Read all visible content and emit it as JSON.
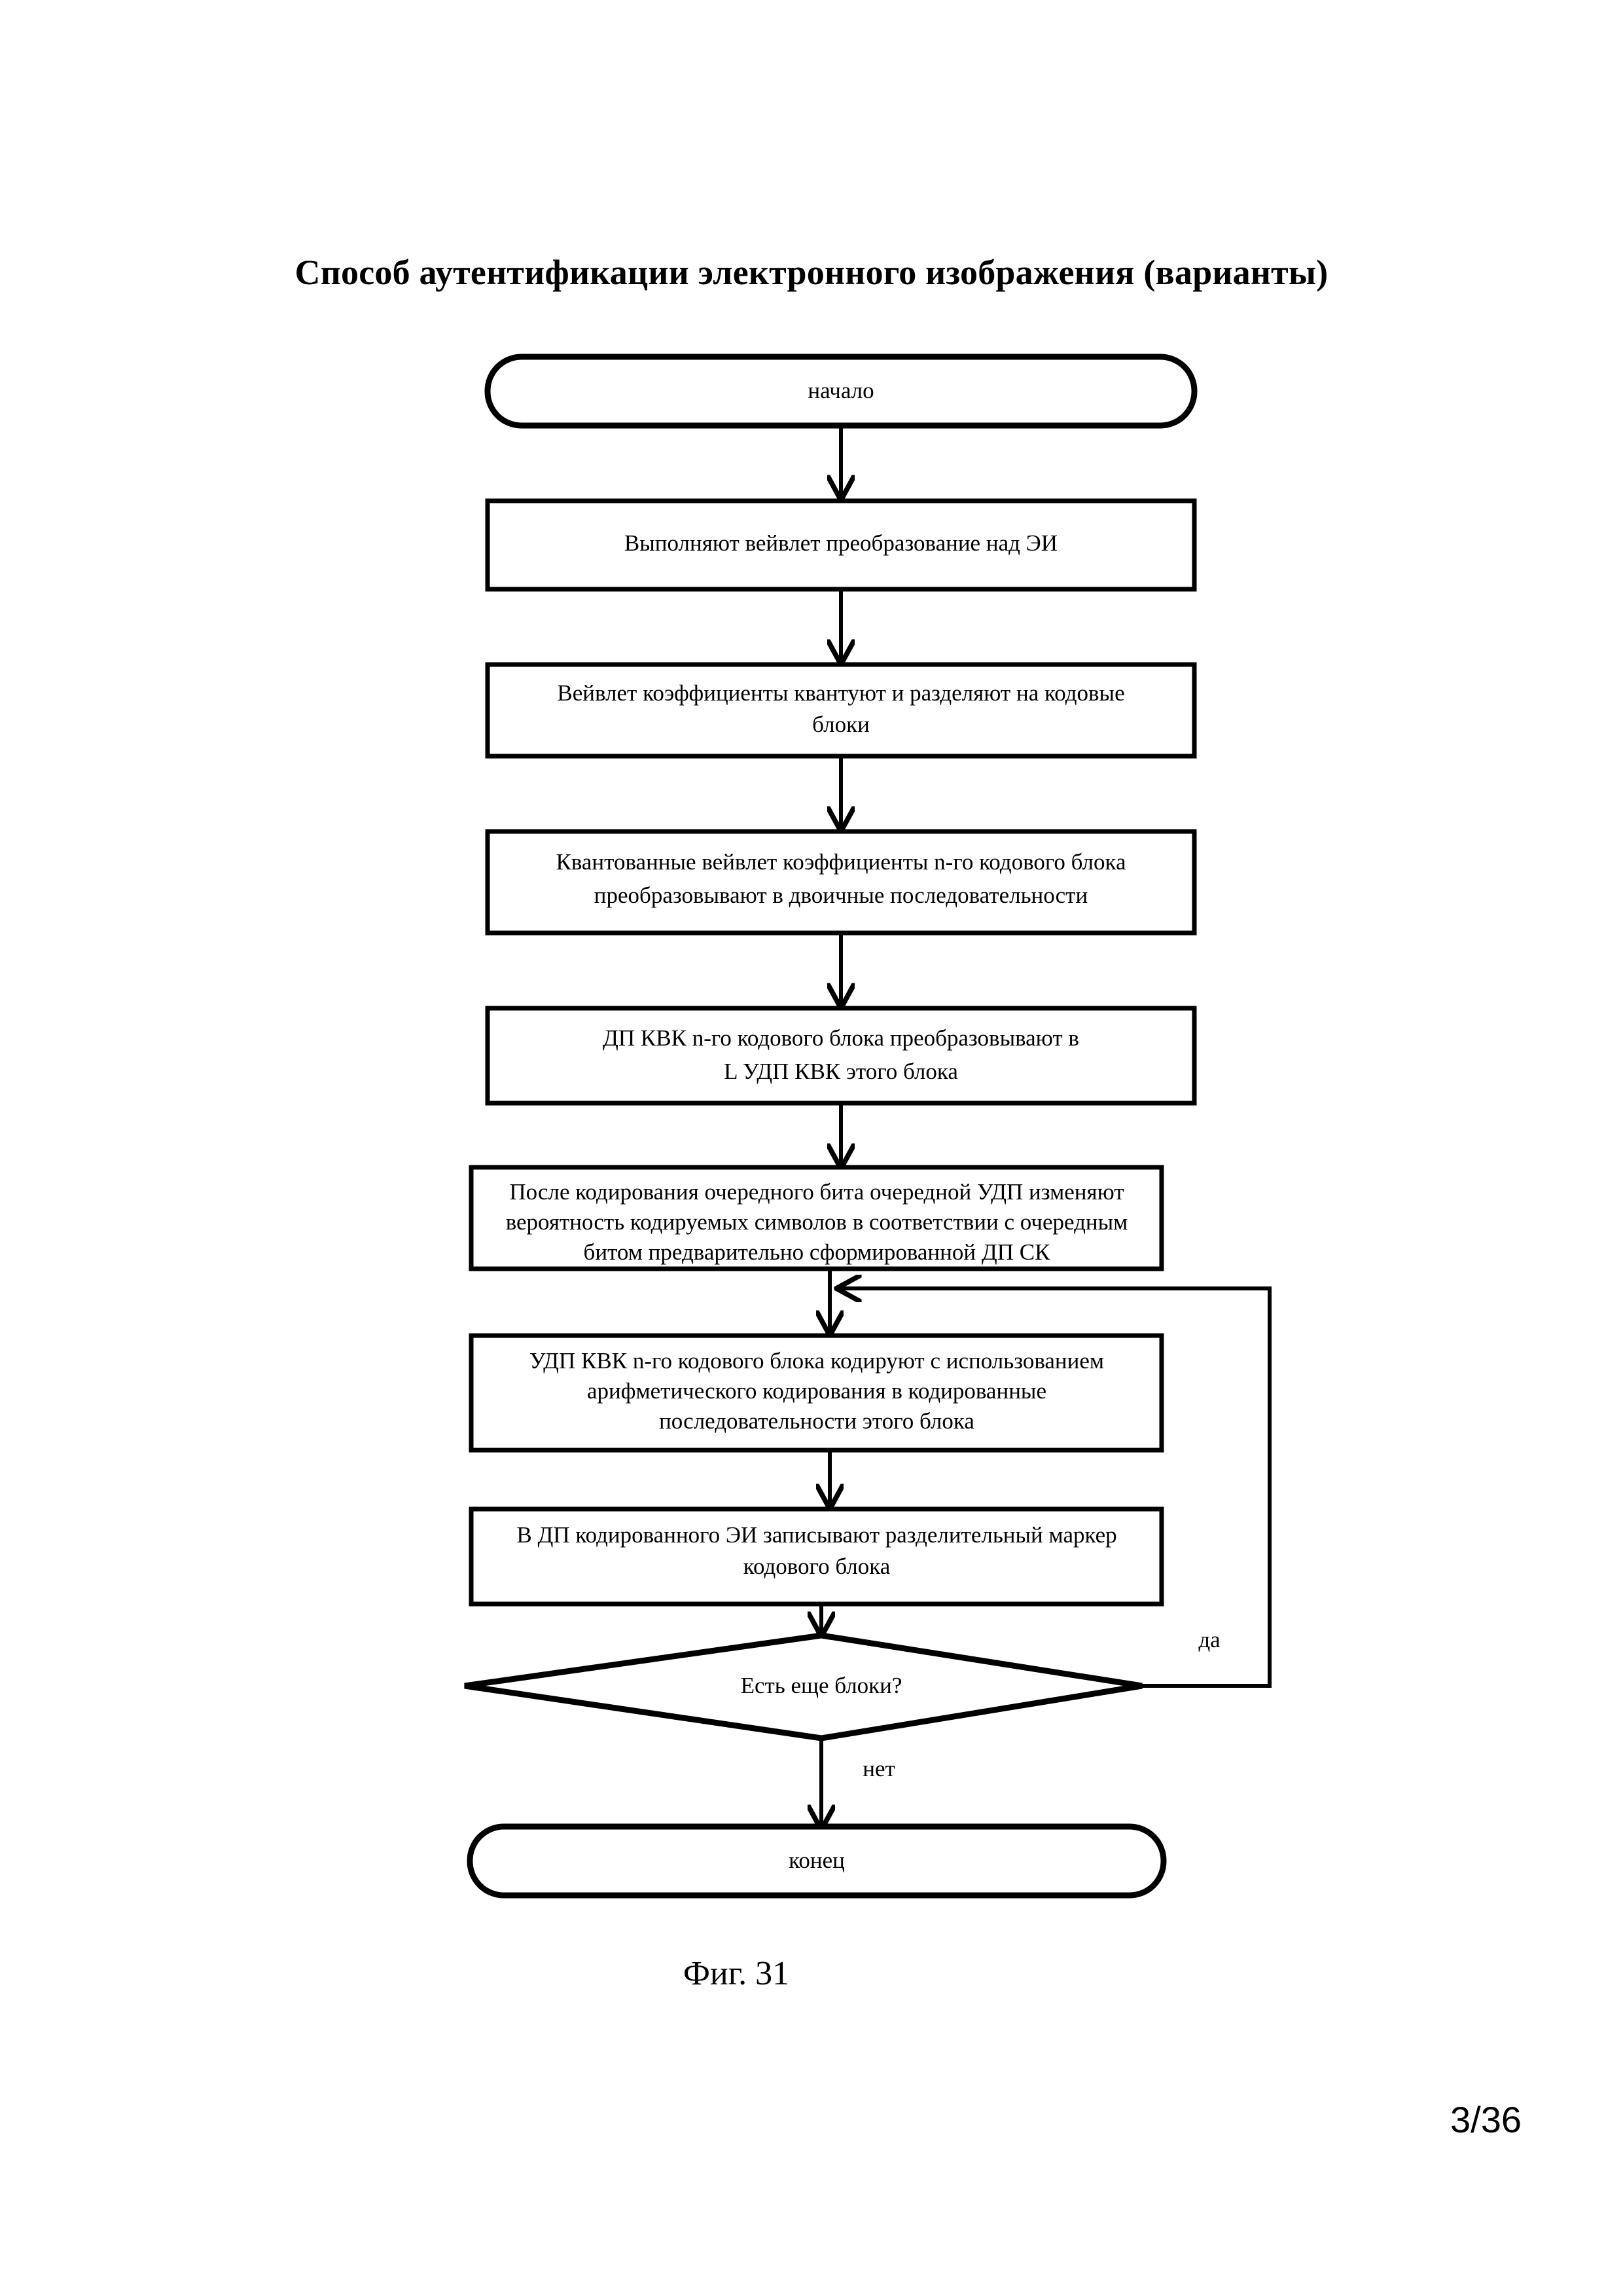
{
  "document": {
    "title": "Способ аутентификации электронного изображения (варианты)",
    "figure_caption": "Фиг. 31",
    "page_number": "3/36"
  },
  "flowchart": {
    "type": "flowchart",
    "orientation": "top-to-bottom",
    "nodes": [
      {
        "id": "start",
        "shape": "terminal",
        "lines": [
          "начало"
        ]
      },
      {
        "id": "step1",
        "shape": "process",
        "lines": [
          "Выполняют вейвлет преобразование над ЭИ"
        ]
      },
      {
        "id": "step2",
        "shape": "process",
        "lines": [
          "Вейвлет коэффициенты квантуют и разделяют на кодовые",
          "блоки"
        ]
      },
      {
        "id": "step3",
        "shape": "process",
        "lines": [
          "Квантованные вейвлет коэффициенты n-го кодового блока",
          "преобразовывают в двоичные последовательности"
        ]
      },
      {
        "id": "step4",
        "shape": "process",
        "lines": [
          "ДП КВК n-го кодового блока преобразовывают в",
          "L УДП КВК этого блока"
        ],
        "line2_italic_prefix": "L",
        "line2_rest": " УДП КВК этого блока"
      },
      {
        "id": "step5",
        "shape": "process",
        "lines": [
          "После кодирования очередного бита очередной УДП изменяют",
          "вероятность кодируемых символов в соответствии с очередным",
          "битом предварительно сформированной ДП СК"
        ]
      },
      {
        "id": "step6",
        "shape": "process",
        "lines": [
          "УДП КВК  n-го кодового  блока кодируют с использованием",
          "арифметического кодирования в кодированные",
          "последовательности этого блока"
        ]
      },
      {
        "id": "step7",
        "shape": "process",
        "lines": [
          "В ДП кодированного ЭИ записывают разделительный маркер",
          "кодового блока"
        ]
      },
      {
        "id": "decision",
        "shape": "decision",
        "lines": [
          "Есть еще блоки?"
        ]
      },
      {
        "id": "end",
        "shape": "terminal",
        "lines": [
          "конец"
        ]
      }
    ],
    "edge_labels": {
      "yes": "да",
      "no": "нет"
    }
  },
  "colors": {
    "ink": "#000000",
    "paper": "#ffffff"
  }
}
